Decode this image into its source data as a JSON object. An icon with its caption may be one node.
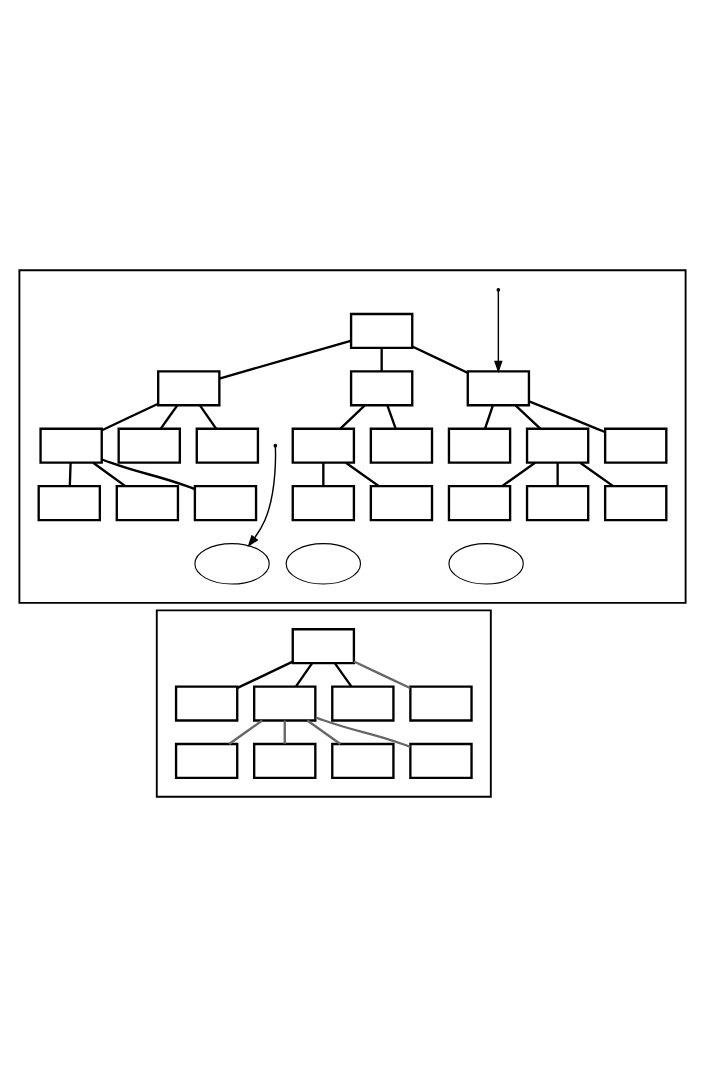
{
  "diagram": {
    "nodes": [
      {
        "text": [],
        "shape": "box"
      },
      {
        "text": [],
        "shape": "box",
        "in": 0
      },
      {
        "text": [],
        "shape": "box",
        "in": 0
      },
      {
        "text": [],
        "shape": "box",
        "in": 0
      },
      {
        "text": [],
        "shape": "box",
        "in": 0
      },
      {
        "text": [],
        "shape": "box",
        "in": 0
      },
      {
        "text": [],
        "shape": "box",
        "in": 0
      },
      {
        "text": [],
        "shape": "box",
        "in": 0
      },
      {
        "text": [],
        "shape": "box",
        "in": 0
      },
      {
        "text": [],
        "shape": "box",
        "in": 0
      },
      {
        "text": [],
        "shape": "box",
        "in": 0
      },
      {
        "text": [],
        "shape": "box",
        "in": 0
      },
      {
        "text": [],
        "shape": "box",
        "in": 0
      },
      {
        "text": [],
        "shape": "box",
        "in": 0
      },
      {
        "text": [],
        "shape": "box",
        "in": 0
      },
      {
        "text": [],
        "shape": "box",
        "in": 0
      },
      {
        "text": [],
        "shape": "box",
        "in": 0
      },
      {
        "text": [],
        "shape": "box",
        "in": 0
      },
      {
        "text": [],
        "shape": "box",
        "in": 0
      },
      {
        "text": [],
        "shape": "box",
        "in": 0
      },
      {
        "text": [],
        "shape": "box",
        "in": 0
      },
      {
        "text": [],
        "shape": "ellipse",
        "in": 0
      },
      {
        "text": [],
        "shape": "ellipse",
        "in": 0
      },
      {
        "text": [],
        "shape": "ellipse",
        "in": 0
      },
      {
        "text": [],
        "shape": "box"
      },
      {
        "text": [],
        "shape": "box",
        "in": 24
      },
      {
        "text": [],
        "shape": "box",
        "in": 24
      },
      {
        "text": [],
        "shape": "box",
        "in": 24
      },
      {
        "text": [],
        "shape": "box",
        "in": 24
      },
      {
        "text": [],
        "shape": "box",
        "in": 24
      },
      {
        "text": [],
        "shape": "box",
        "in": 24
      },
      {
        "text": [],
        "shape": "box",
        "in": 24
      },
      {
        "text": [],
        "shape": "box",
        "in": 24
      },
      {
        "text": [],
        "shape": "box",
        "in": 24
      }
    ],
    "edges": [
      {
        "from": 1,
        "to": 2,
        "arrow": "none"
      },
      {
        "from": 1,
        "to": 3,
        "arrow": "none"
      },
      {
        "from": 1,
        "to": 4,
        "arrow": "none"
      },
      {
        "from": 2,
        "to": 5,
        "arrow": "none"
      },
      {
        "from": 2,
        "to": 6,
        "arrow": "none"
      },
      {
        "from": 2,
        "to": 7,
        "arrow": "none"
      },
      {
        "from": 3,
        "to": 8,
        "arrow": "none"
      },
      {
        "from": 3,
        "to": 9,
        "arrow": "none"
      },
      {
        "from": 4,
        "to": 10,
        "arrow": "none"
      },
      {
        "from": 4,
        "to": 11,
        "arrow": "none"
      },
      {
        "from": 4,
        "to": 12,
        "arrow": "none"
      },
      {
        "from": 5,
        "to": 13,
        "arrow": "none"
      },
      {
        "from": 5,
        "to": 14,
        "arrow": "none"
      },
      {
        "from": 5,
        "to": 15,
        "arrow": "none"
      },
      {
        "from": 8,
        "to": 16,
        "arrow": "none"
      },
      {
        "from": 8,
        "to": 17,
        "arrow": "none"
      },
      {
        "from": 11,
        "to": 18,
        "arrow": "none"
      },
      {
        "from": 11,
        "to": 19,
        "arrow": "none"
      },
      {
        "from": 11,
        "to": 20,
        "arrow": "none"
      },
      {
        "from": null,
        "to": 21,
        "arrow": "to"
      },
      {
        "from": null,
        "to": 4,
        "arrow": "to"
      },
      {
        "from": 25,
        "to": 26,
        "arrow": "none"
      },
      {
        "from": 25,
        "to": 27,
        "arrow": "none"
      },
      {
        "from": 25,
        "to": 28,
        "arrow": "none"
      },
      {
        "from": 25,
        "to": 29,
        "arrow": "none",
        "color": "#666666"
      },
      {
        "from": 27,
        "to": 30,
        "arrow": "none",
        "color": "#666666"
      },
      {
        "from": 27,
        "to": 31,
        "arrow": "none",
        "color": "#666666"
      },
      {
        "from": 27,
        "to": 32,
        "arrow": "none",
        "color": "#666666"
      },
      {
        "from": 27,
        "to": 33,
        "arrow": "none",
        "color": "#666666"
      }
    ]
  }
}
